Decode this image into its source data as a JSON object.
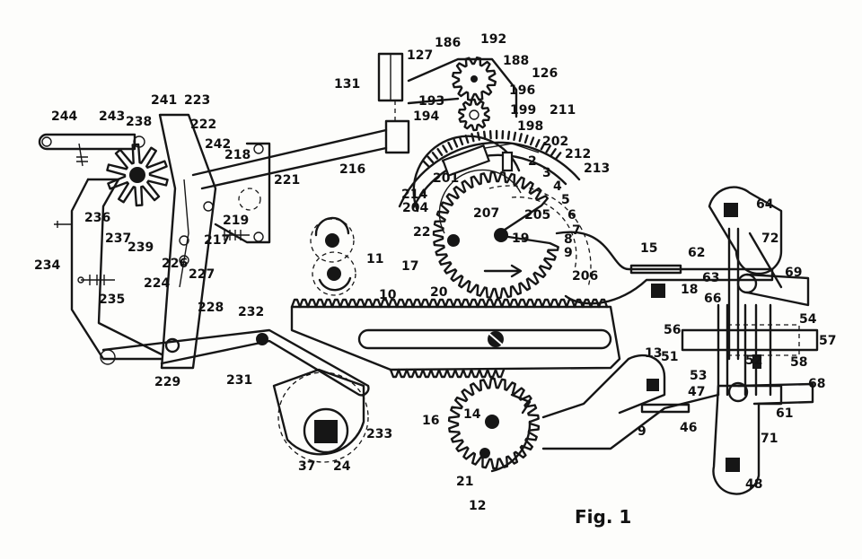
{
  "caption": "Fig. 1",
  "labels": [
    "244",
    "243",
    "238",
    "241",
    "223",
    "222",
    "242",
    "218",
    "221",
    "216",
    "219",
    "217",
    "236",
    "237",
    "239",
    "226",
    "227",
    "224",
    "228",
    "234",
    "235",
    "229",
    "232",
    "231",
    "233",
    "37",
    "24",
    "127",
    "131",
    "186",
    "192",
    "188",
    "126",
    "193",
    "194",
    "196",
    "199",
    "211",
    "198",
    "202",
    "212",
    "213",
    "201",
    "214",
    "204",
    "2",
    "3",
    "4",
    "5",
    "6",
    "7",
    "8",
    "9",
    "207",
    "205",
    "22",
    "19",
    "11",
    "17",
    "20",
    "206",
    "10",
    "15",
    "62",
    "18",
    "64",
    "72",
    "69",
    "63",
    "66",
    "54",
    "56",
    "57",
    "51",
    "52",
    "58",
    "53",
    "47",
    "68",
    "61",
    "13",
    "14",
    "16",
    "21",
    "12",
    "46",
    "71",
    "48",
    "9"
  ]
}
